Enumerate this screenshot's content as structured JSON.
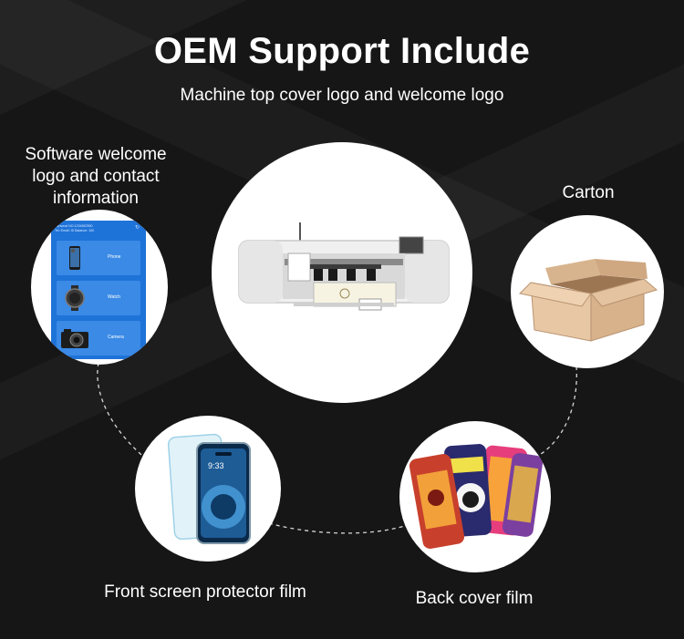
{
  "header": {
    "title": "OEM Support Include",
    "subtitle": "Machine top cover logo and welcome logo"
  },
  "items": {
    "software": {
      "label_lines": [
        "Software welcome",
        "logo and contact",
        "information"
      ],
      "screen": {
        "header_lines": [
          "Personal NO:1234567890",
          "Tel: Email: ID  Balance: 100"
        ],
        "rows": [
          "Phone",
          "Watch",
          "Camera"
        ]
      }
    },
    "carton": {
      "label": "Carton"
    },
    "front_film": {
      "label": "Front screen protector film"
    },
    "back_film": {
      "label": "Back cover film"
    }
  },
  "colors": {
    "background": "#161616",
    "app_blue": "#1e73d8",
    "carton": "#e4c3a0"
  }
}
